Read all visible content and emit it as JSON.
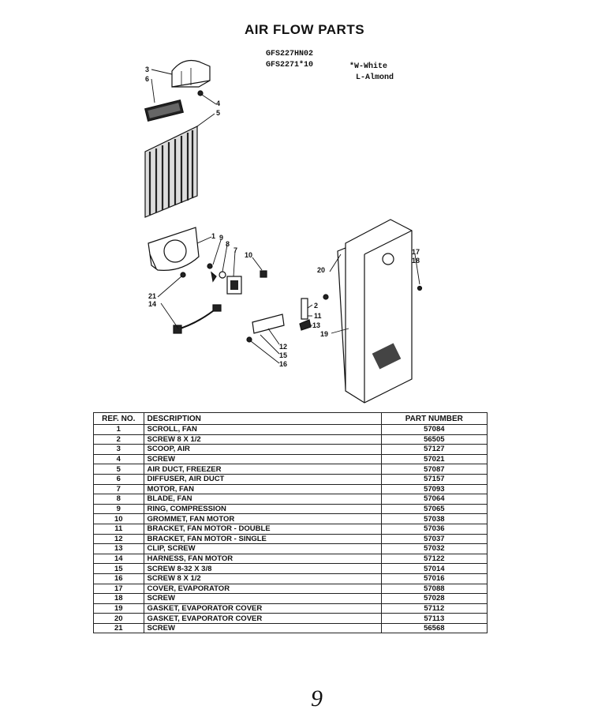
{
  "title": "AIR FLOW PARTS",
  "models": [
    "GFS227HN02",
    "GFS2271*10"
  ],
  "color_codes": [
    "*W-White",
    "L-Almond"
  ],
  "callouts": [
    "3",
    "6",
    "4",
    "5",
    "1",
    "9",
    "8",
    "7",
    "10",
    "20",
    "17",
    "18",
    "21",
    "14",
    "2",
    "11",
    "13",
    "19",
    "12",
    "15",
    "16"
  ],
  "table": {
    "headers": {
      "ref": "REF. NO.",
      "desc": "DESCRIPTION",
      "part": "PART NUMBER"
    },
    "rows": [
      {
        "ref": "1",
        "desc": "SCROLL, FAN",
        "part": "57084"
      },
      {
        "ref": "2",
        "desc": "SCREW 8 X 1/2",
        "part": "56505"
      },
      {
        "ref": "3",
        "desc": "SCOOP, AIR",
        "part": "57127"
      },
      {
        "ref": "4",
        "desc": "SCREW",
        "part": "57021"
      },
      {
        "ref": "5",
        "desc": "AIR DUCT, FREEZER",
        "part": "57087"
      },
      {
        "ref": "6",
        "desc": "DIFFUSER, AIR DUCT",
        "part": "57157"
      },
      {
        "ref": "7",
        "desc": "MOTOR, FAN",
        "part": "57093"
      },
      {
        "ref": "8",
        "desc": "BLADE, FAN",
        "part": "57064"
      },
      {
        "ref": "9",
        "desc": "RING, COMPRESSION",
        "part": "57065"
      },
      {
        "ref": "10",
        "desc": "GROMMET, FAN MOTOR",
        "part": "57038"
      },
      {
        "ref": "11",
        "desc": "BRACKET, FAN MOTOR - DOUBLE",
        "part": "57036"
      },
      {
        "ref": "12",
        "desc": "BRACKET, FAN MOTOR - SINGLE",
        "part": "57037"
      },
      {
        "ref": "13",
        "desc": "CLIP, SCREW",
        "part": "57032"
      },
      {
        "ref": "14",
        "desc": "HARNESS, FAN MOTOR",
        "part": "57122"
      },
      {
        "ref": "15",
        "desc": "SCREW 8-32 X 3/8",
        "part": "57014"
      },
      {
        "ref": "16",
        "desc": "SCREW 8 X 1/2",
        "part": "57016"
      },
      {
        "ref": "17",
        "desc": "COVER, EVAPORATOR",
        "part": "57088"
      },
      {
        "ref": "18",
        "desc": "SCREW",
        "part": "57028"
      },
      {
        "ref": "19",
        "desc": "GASKET, EVAPORATOR COVER",
        "part": "57112"
      },
      {
        "ref": "20",
        "desc": "GASKET, EVAPORATOR COVER",
        "part": "57113"
      },
      {
        "ref": "21",
        "desc": "SCREW",
        "part": "56568"
      }
    ]
  },
  "page_number": "9"
}
